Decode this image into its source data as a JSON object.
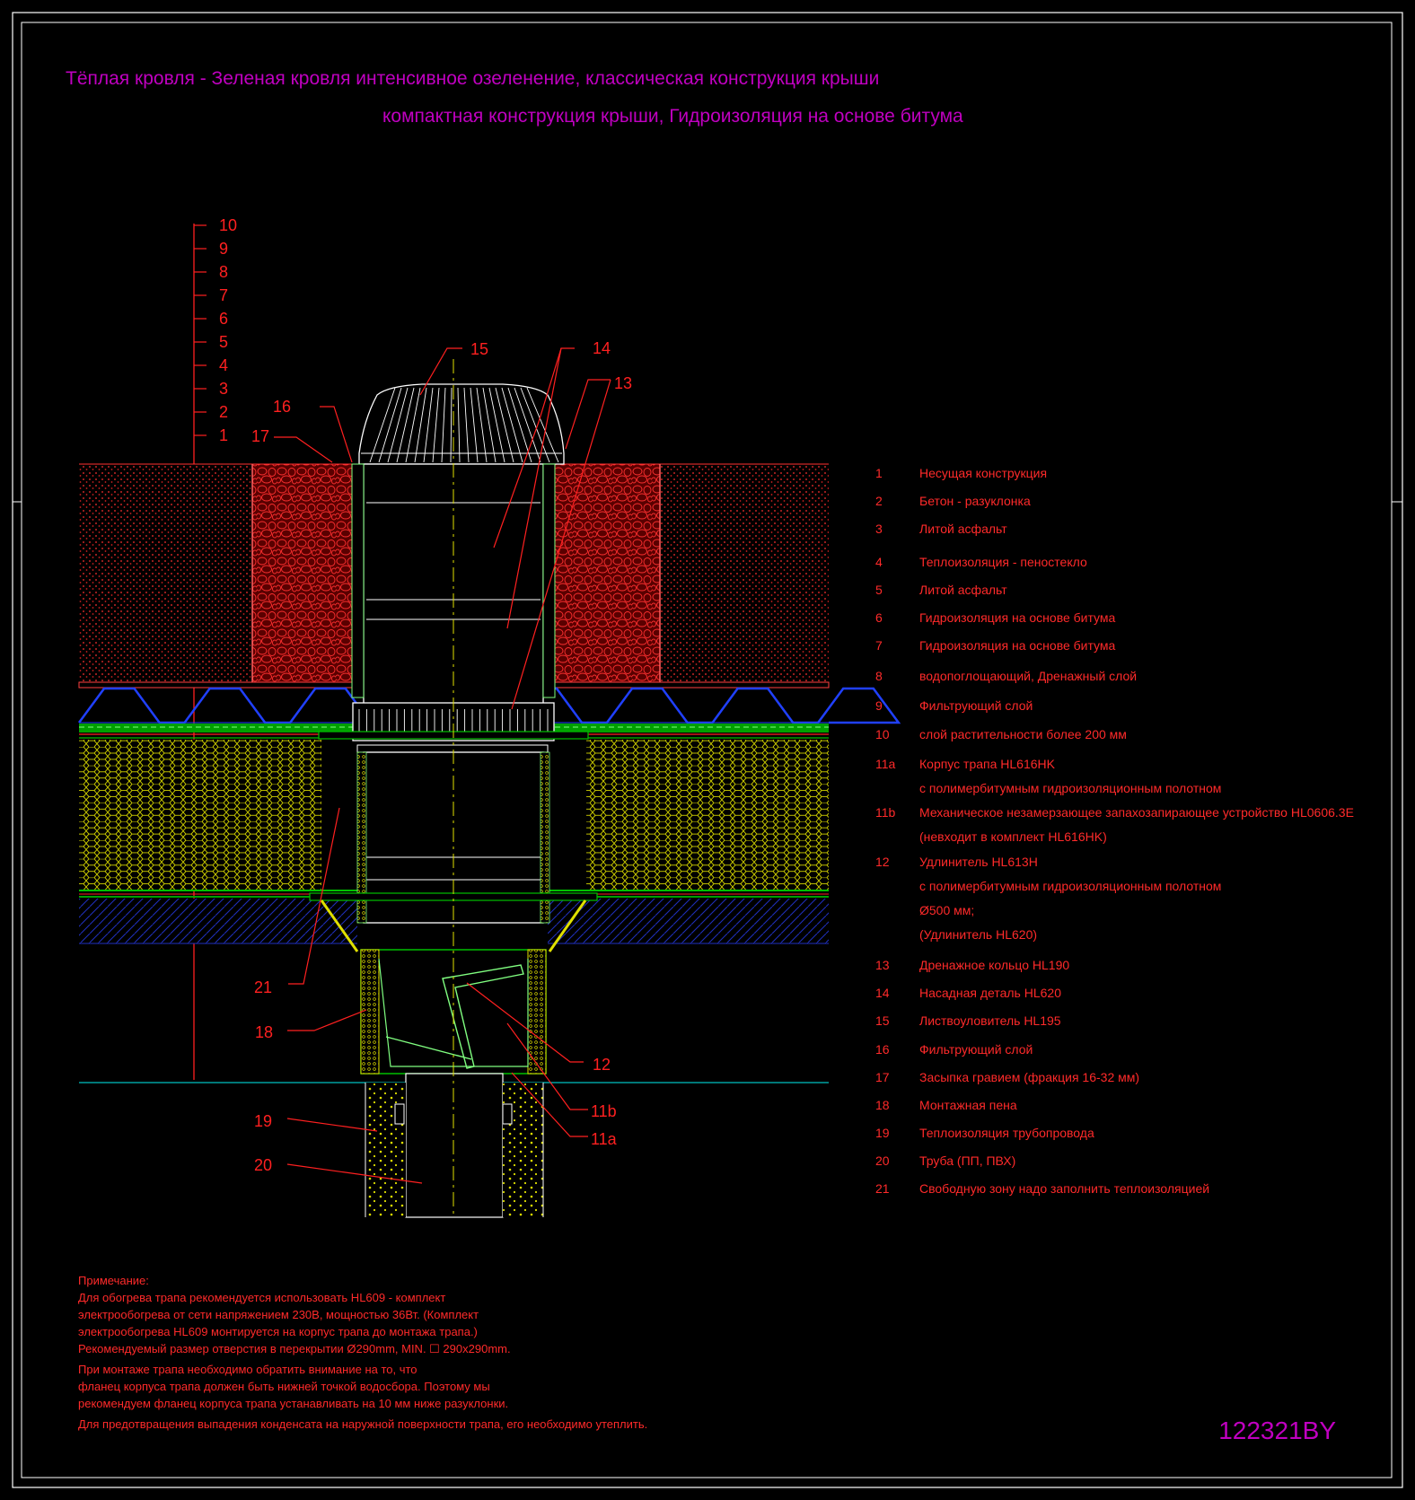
{
  "title": {
    "line1": "Тёплая кровля - Зеленая кровля интенсивное озеленение, классическая конструкция крыши",
    "line2": "компактная конструкция крыши, Гидроизоляция на основе битума"
  },
  "scale_labels": [
    "10",
    "9",
    "8",
    "7",
    "6",
    "5",
    "4",
    "3",
    "2",
    "1"
  ],
  "callouts": {
    "c15": "15",
    "c14": "14",
    "c13": "13",
    "c16": "16",
    "c17": "17",
    "c21": "21",
    "c18": "18",
    "c12": "12",
    "c11b": "11b",
    "c11a": "11a",
    "c19": "19",
    "c20": "20"
  },
  "legend": [
    {
      "num": "1",
      "text": "Несущая конструкция"
    },
    {
      "num": "2",
      "text": "Бетон - разуклонка"
    },
    {
      "num": "3",
      "text": "Литой асфальт"
    },
    {
      "num": "4",
      "text": "Теплоизоляция - пеностекло"
    },
    {
      "num": "5",
      "text": "Литой асфальт"
    },
    {
      "num": "6",
      "text": "Гидроизоляция на основе битума"
    },
    {
      "num": "7",
      "text": "Гидроизоляция на основе битума"
    },
    {
      "num": "8",
      "text": "водопоглощающий, Дренажный слой"
    },
    {
      "num": "9",
      "text": "Фильтрующий слой"
    },
    {
      "num": "10",
      "text": "слой растительности более 200 мм"
    },
    {
      "num": "11a",
      "text": "Корпус трапа HL616HK",
      "sub": [
        "с полимербитумным гидроизоляционным полотном"
      ]
    },
    {
      "num": "11b",
      "text": "Механическое незамерзающее запахозапирающее устройство HL0606.3E",
      "sub": [
        "(невходит в комплект HL616HK)"
      ]
    },
    {
      "num": "12",
      "text": "Удлинитель HL613H",
      "sub": [
        " с полимербитумным гидроизоляционным полотном",
        "Ø500 мм;",
        "(Удлинитель HL620)"
      ]
    },
    {
      "num": "13",
      "text": "Дренажное кольцо HL190"
    },
    {
      "num": "14",
      "text": "Насадная деталь HL620"
    },
    {
      "num": "15",
      "text": "Листвоуловитель HL195"
    },
    {
      "num": "16",
      "text": "Фильтрующий слой"
    },
    {
      "num": "17",
      "text": "Засыпка гравием (фракция 16-32 мм)"
    },
    {
      "num": "18",
      "text": "Монтажная пена"
    },
    {
      "num": "19",
      "text": "Теплоизоляция трубопровода"
    },
    {
      "num": "20",
      "text": "Труба (ПП, ПВХ)"
    },
    {
      "num": "21",
      "text": "Свободную зону надо заполнить теплоизоляцией"
    }
  ],
  "notes": {
    "heading": "Примечание:",
    "lines": [
      "Для обогрева трапа рекомендуется использовать HL609 - комплект",
      "электрообогрева от сети напряжением 230В, мощностью 36Вт. (Комплект",
      "электрообогрева HL609 монтируется на корпус трапа до монтажа трапа.)",
      "Рекомендуемый размер отверстия в перекрытии Ø290mm, MIN. ☐ 290x290mm.",
      "При монтаже трапа необходимо обратить внимание на то, что",
      "фланец корпуса трапа должен быть нижней точкой водосбора. Поэтому мы",
      "рекомендуем фланец корпуса трапа устанавливать на 10 мм ниже разуклонки.",
      "Для предотвращения выпадения конденсата на наружной поверхности трапа, его необходимо утеплить."
    ]
  },
  "drawing_code": "122321BY",
  "colors": {
    "title": "#c000c0",
    "text": "#ff2020",
    "soil": "#ff2020",
    "drain_body": "#ffffff",
    "drainage_layer": "#2040ff",
    "membrane": "#00c000",
    "insulation": "#e0e000",
    "concrete": "#2030c0",
    "slab_line": "#00a0a0"
  }
}
